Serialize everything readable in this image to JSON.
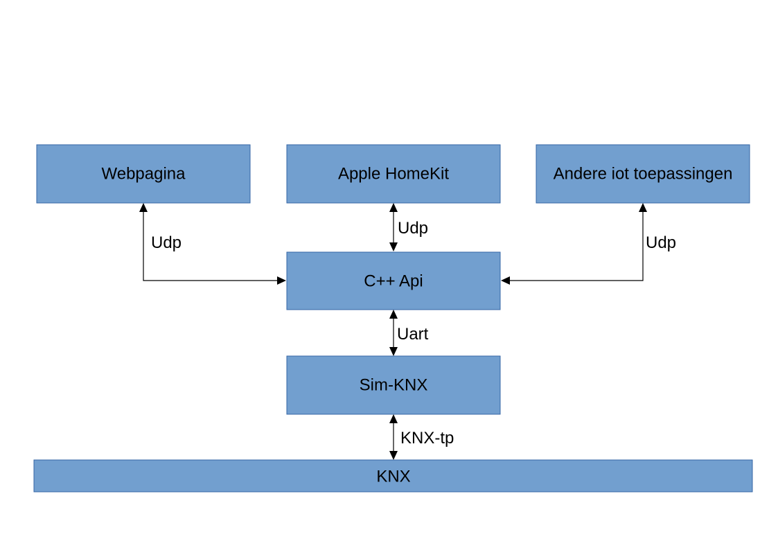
{
  "nodes": {
    "webpagina": "Webpagina",
    "apple_homekit": "Apple HomeKit",
    "andere_iot": "Andere iot toepassingen",
    "cpp_api": "C++ Api",
    "sim_knx": "Sim-KNX",
    "knx": "KNX"
  },
  "edges": {
    "webpagina_api": "Udp",
    "homekit_api": "Udp",
    "iot_api": "Udp",
    "api_simknx": "Uart",
    "simknx_knx": "KNX-tp"
  },
  "colors": {
    "node_fill": "#729fcf",
    "node_border": "#3465a4",
    "line": "#000000"
  }
}
